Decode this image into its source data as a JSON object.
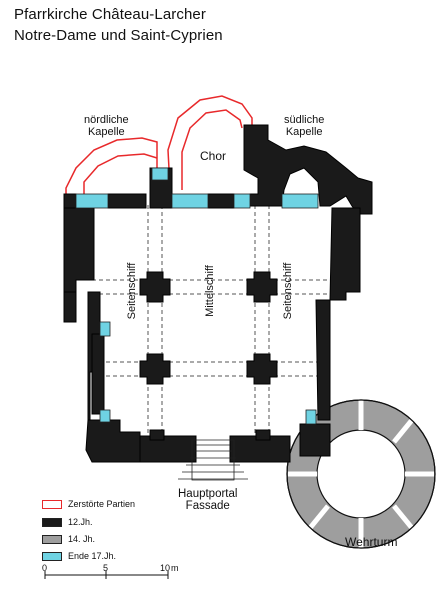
{
  "title": {
    "line1": "Pfarrkirche Château-Larcher",
    "line2": "Notre-Dame und Saint-Cyprien"
  },
  "labels": {
    "north_chapel": [
      "nördliche",
      "Kapelle"
    ],
    "choir": "Chor",
    "south_chapel": [
      "südliche",
      "Kapelle"
    ],
    "aisle_left": "Seitenschiff",
    "nave": "Mittelschiff",
    "aisle_right": "Seitenschiff",
    "portal": [
      "Hauptportal",
      "Fassade"
    ],
    "tower": "Wehrturm"
  },
  "legend": [
    {
      "label": "Zerstörte Partien",
      "color": "#e8292b",
      "kind": "outline"
    },
    {
      "label": "12.Jh.",
      "color": "#1a1a1a",
      "kind": "fill"
    },
    {
      "label": "14. Jh.",
      "color": "#9e9e9e",
      "kind": "fill"
    },
    {
      "label": "Ende 17.Jh.",
      "color": "#6fd3e3",
      "kind": "fill"
    }
  ],
  "scale": {
    "ticks": [
      "0",
      "5",
      "10"
    ],
    "unit": "m"
  },
  "colors": {
    "destroyed": "#e8292b",
    "c12": "#1a1a1a",
    "c14": "#9e9e9e",
    "c17": "#6fd3e3"
  }
}
